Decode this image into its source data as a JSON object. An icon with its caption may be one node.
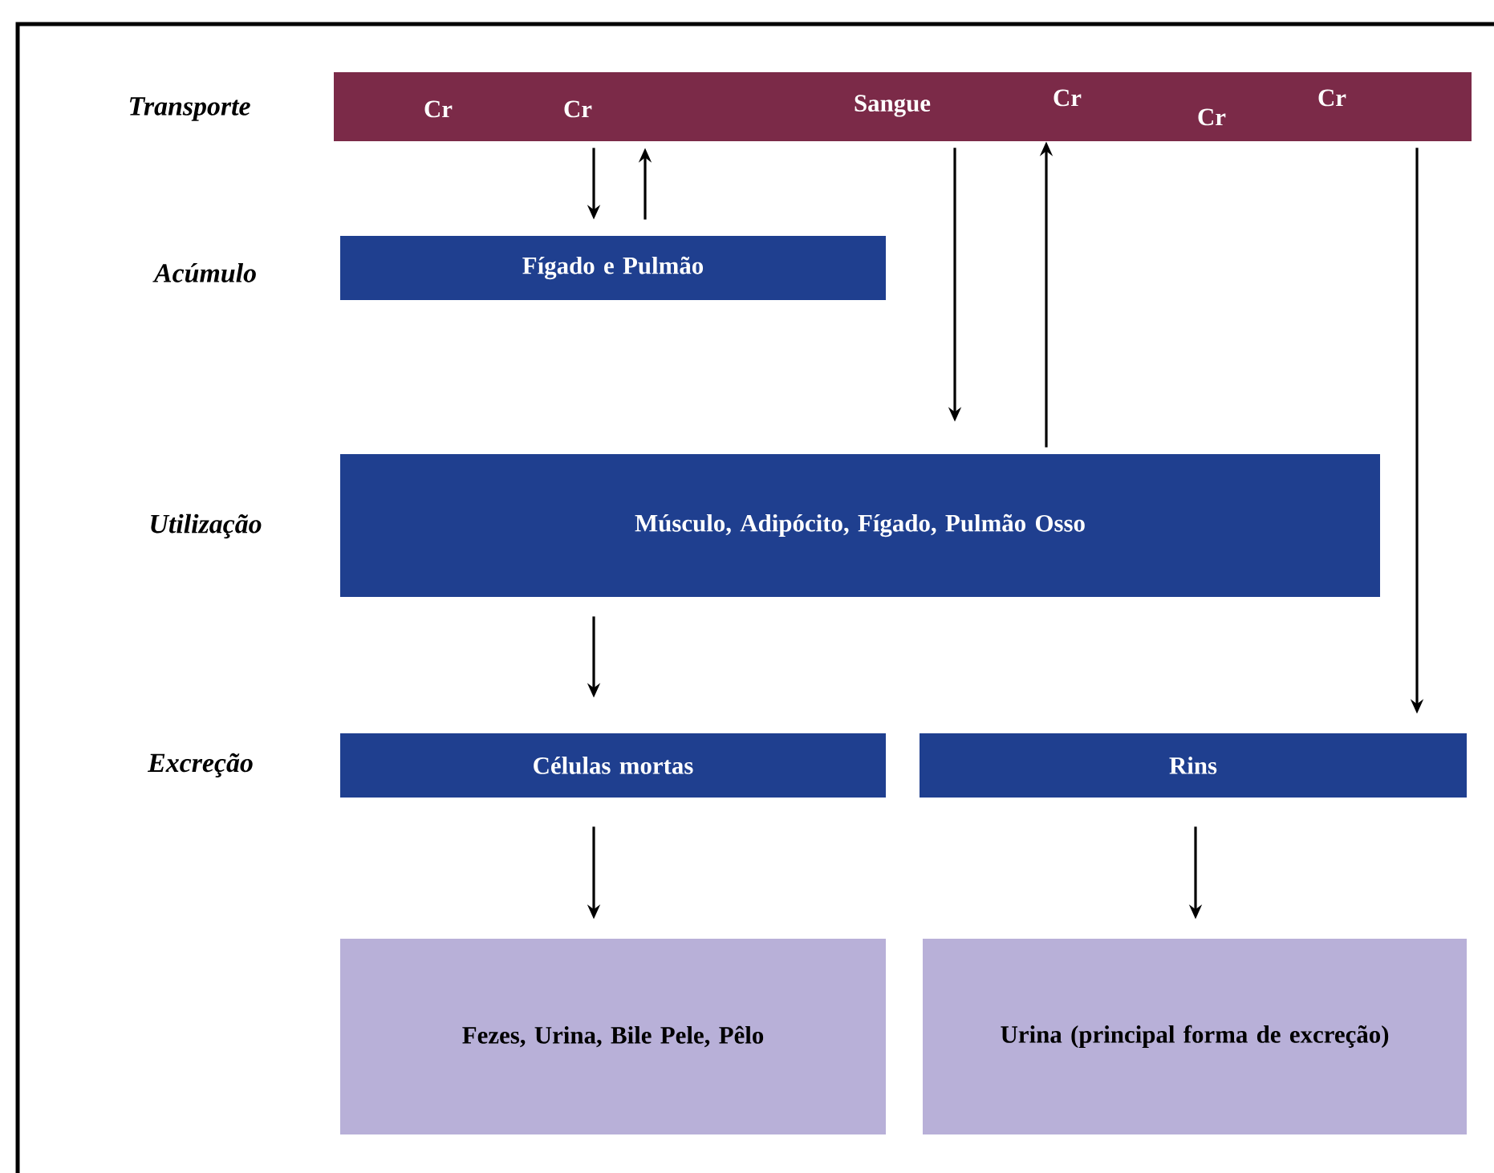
{
  "diagram": {
    "nodes": [
      {
        "text": [
          "Cr",
          "Cr",
          "Sangue",
          "Cr",
          "Cr",
          "Cr"
        ]
      },
      {
        "text": [
          "Fígado e Pulmão"
        ]
      },
      {
        "text": [
          "Músculo, Adipócito, Fígado, Pulmão Osso"
        ]
      },
      {
        "text": [
          "Células mortas"
        ]
      },
      {
        "text": [
          "Rins"
        ]
      },
      {
        "text": [
          "Fezes, Urina, Bile Pele, Pêlo"
        ]
      },
      {
        "text": [
          "Urina (principal forma de excreção)"
        ]
      }
    ],
    "edges": [
      {
        "from": 0,
        "to": 1,
        "arrow": "to"
      },
      {
        "from": 1,
        "to": 0,
        "arrow": "to"
      },
      {
        "from": 0,
        "to": 2,
        "arrow": "to"
      },
      {
        "from": 2,
        "to": 0,
        "arrow": "to"
      },
      {
        "from": 0,
        "to": 4,
        "arrow": "to"
      },
      {
        "from": 2,
        "to": 3,
        "arrow": "to"
      },
      {
        "from": 3,
        "to": 5,
        "arrow": "to"
      },
      {
        "from": 4,
        "to": 6,
        "arrow": "to"
      }
    ],
    "labels": [
      "Transporte",
      "Acúmulo",
      "Utilização",
      "Excreção"
    ]
  }
}
